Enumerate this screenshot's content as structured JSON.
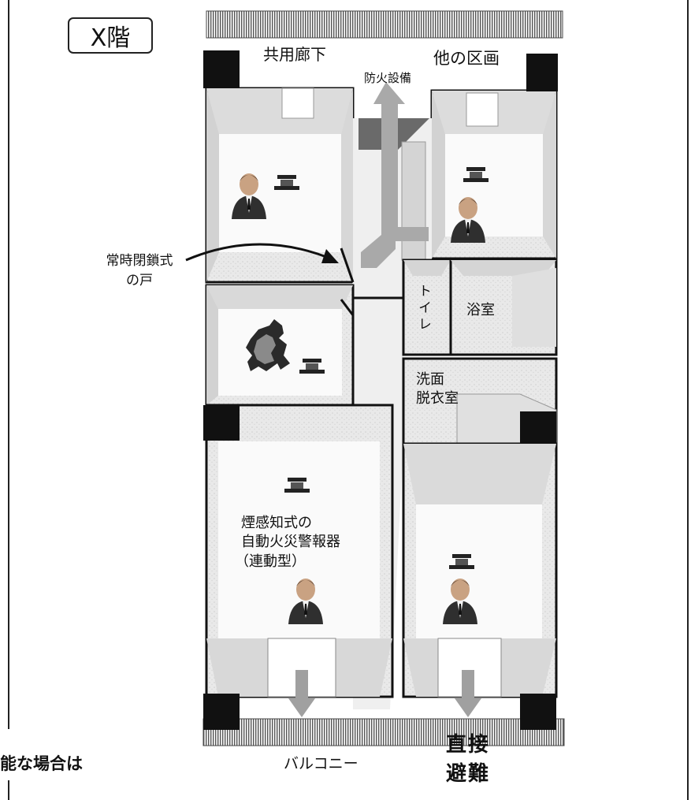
{
  "floor_label": "X階",
  "labels": {
    "corridor": "共用廊下",
    "other_section": "他の区画",
    "fire_equipment": "防火設備",
    "closed_door_line1": "常時閉鎖式",
    "closed_door_line2": "の戸",
    "toilet": "トイレ",
    "bathroom": "浴室",
    "washroom_line1": "洗面",
    "washroom_line2": "脱衣室",
    "detector_line1": "煙感知式の",
    "detector_line2": "自動火災警報器",
    "detector_line3": "（連動型）",
    "balcony": "バルコニー",
    "direct_line1": "直接",
    "direct_line2": "避難",
    "left_fragment": "能な場合は"
  },
  "icons": [
    "person-icon",
    "smoke-detector-icon",
    "fire-icon",
    "arrow-icon"
  ],
  "colors": {
    "wall": "#111111",
    "floor": "#e6e6e6",
    "arrow": "#a9a9a9",
    "fire": "#2a2a2a"
  }
}
